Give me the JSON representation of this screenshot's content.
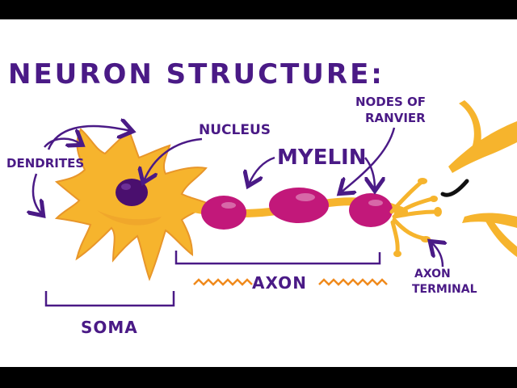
{
  "title": "NEURON STRUCTURE:",
  "labels": {
    "dendrites": "DENDRITES",
    "nucleus": "NUCLEUS",
    "myelin": "MYELIN",
    "nodes_line1": "NODES OF",
    "nodes_line2": "RANVIER",
    "axon": "AXON",
    "axon_terminal_line1": "AXON",
    "axon_terminal_line2": "TERMINAL",
    "soma": "SOMA"
  },
  "colors": {
    "background": "#ffffff",
    "ink": "#4a1a86",
    "cell": "#f6b42d",
    "cell_shade": "#e8962a",
    "nucleus": "#4a0f6e",
    "myelin": "#c2187a",
    "axon_arrow": "#f08a1c",
    "synapse_mark": "#111111"
  }
}
